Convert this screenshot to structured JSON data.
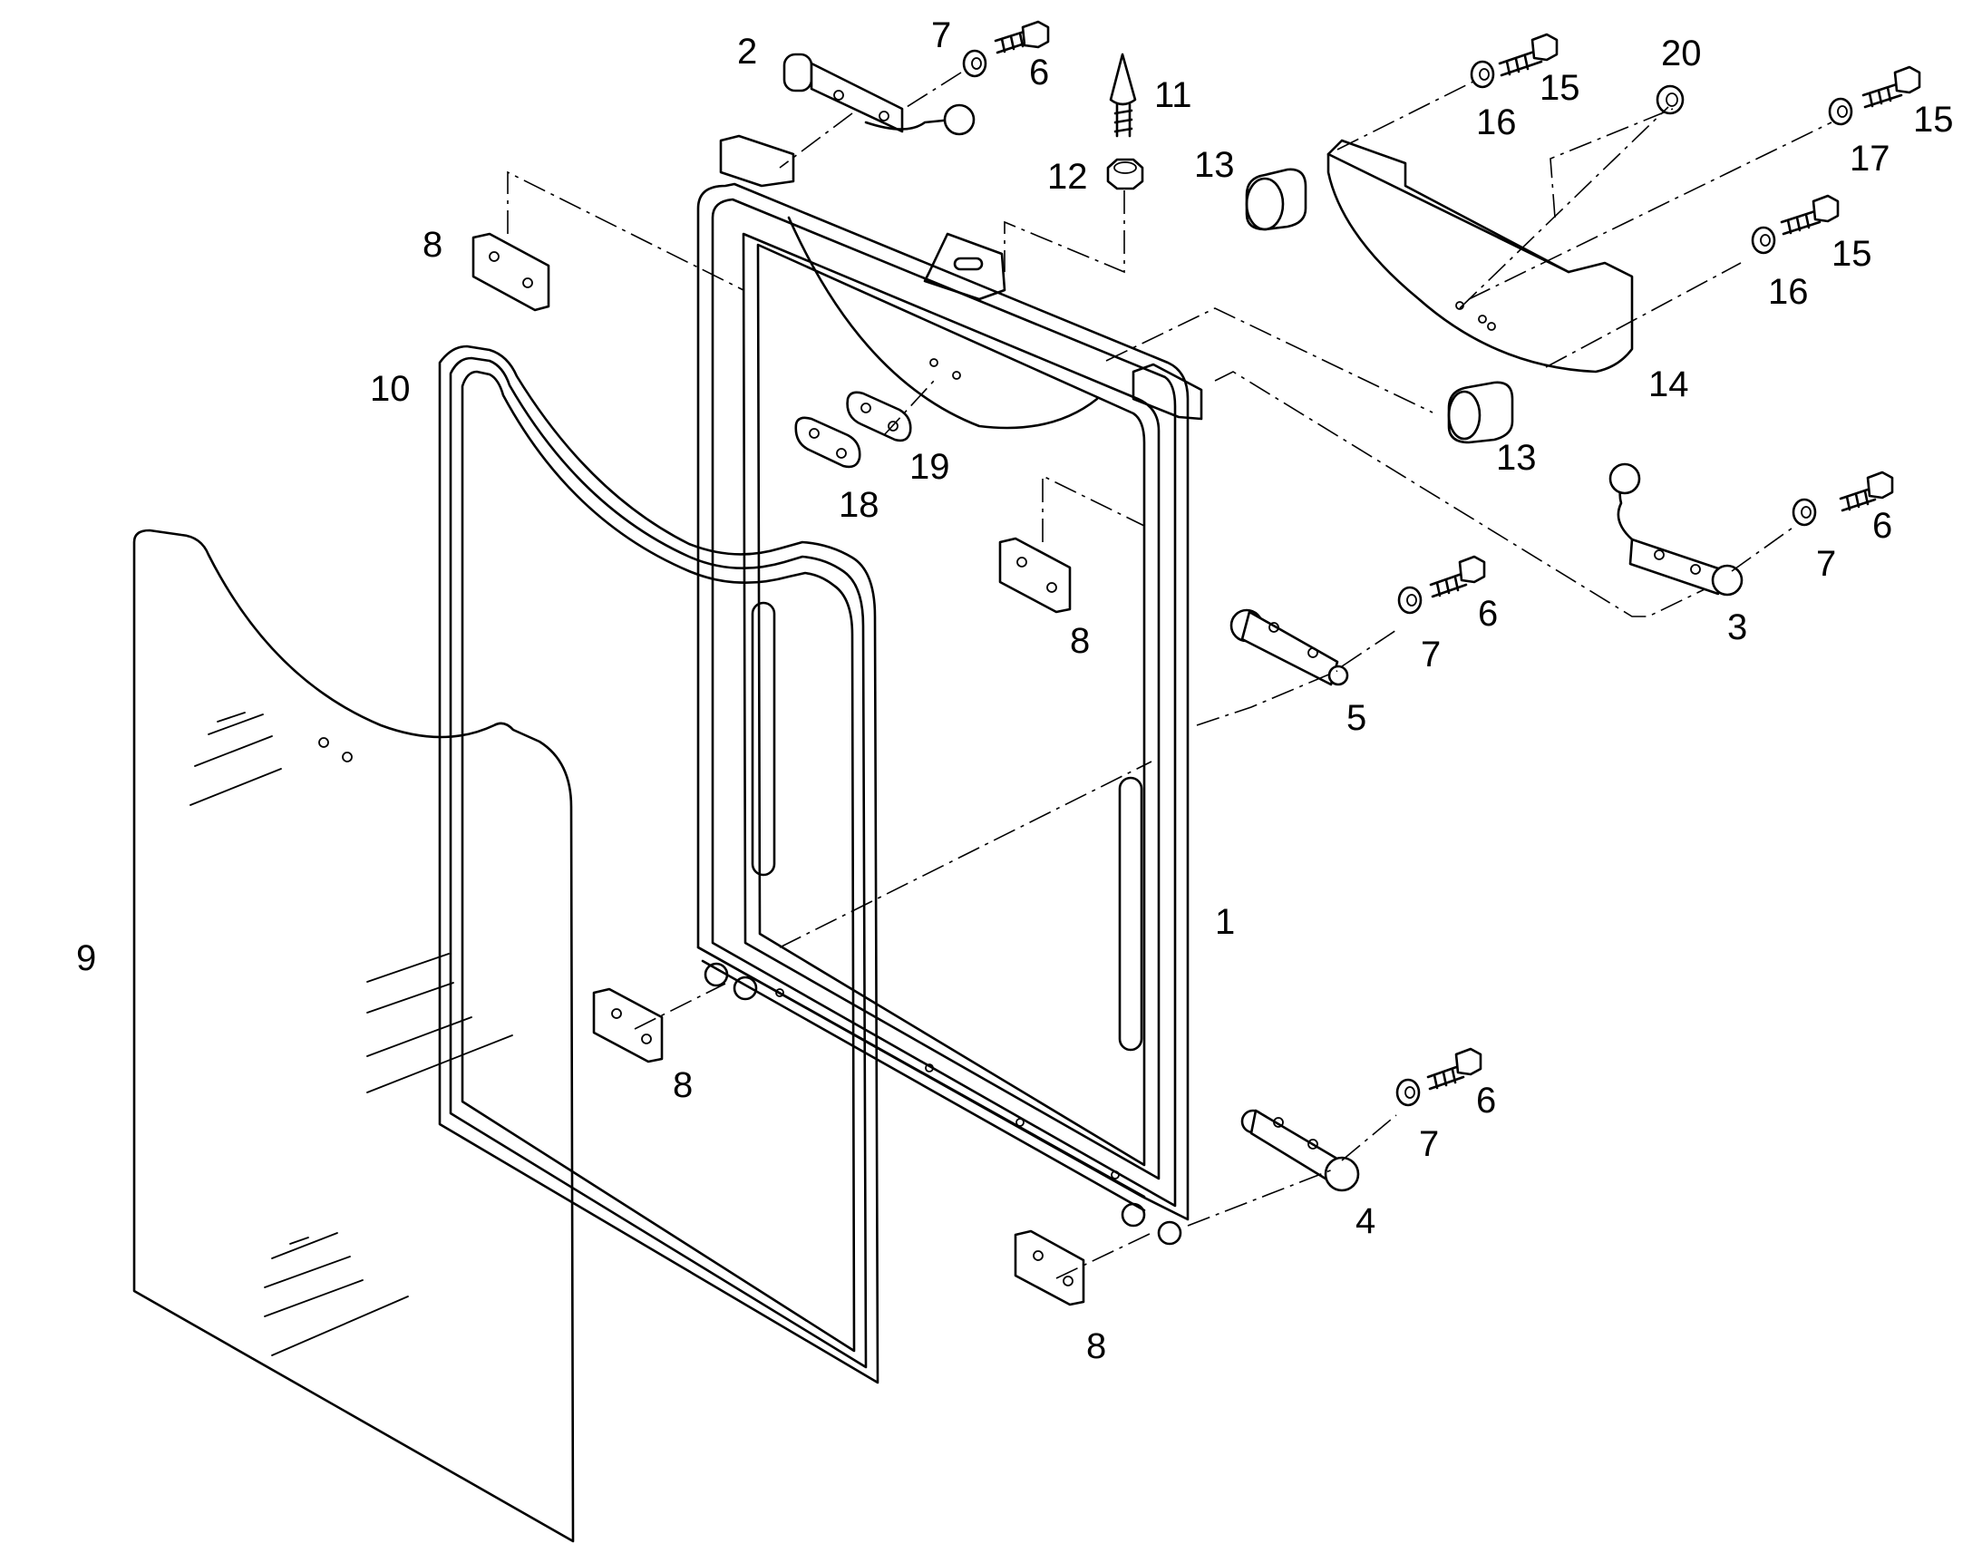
{
  "callouts": [
    "1",
    "2",
    "3",
    "4",
    "5",
    "6",
    "6",
    "6",
    "6",
    "7",
    "7",
    "7",
    "7",
    "8",
    "8",
    "8",
    "8",
    "9",
    "10",
    "11",
    "12",
    "13",
    "13",
    "14",
    "15",
    "15",
    "15",
    "16",
    "16",
    "17",
    "18",
    "19",
    "20"
  ]
}
